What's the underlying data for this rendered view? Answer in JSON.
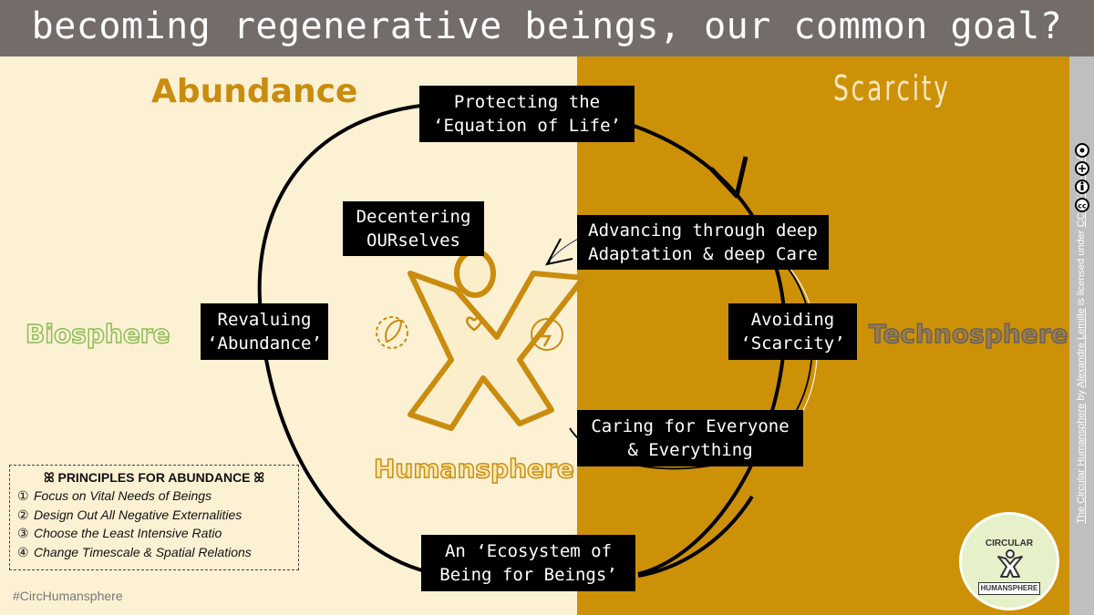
{
  "title": "becoming regenerative beings, our common goal?",
  "headings": {
    "abundance": "Abundance",
    "scarcity": "Scarcity",
    "biosphere": "Biosphere",
    "technosphere": "Technosphere",
    "humansphere": "Humansphere"
  },
  "boxes": {
    "protecting": "Protecting the\n‘Equation of Life’",
    "advancing": "Advancing through deep\nAdaptation & deep Care",
    "decentering": "Decentering\nOURselves",
    "revaluing": "Revaluing\n‘Abundance’",
    "avoiding": "Avoiding\n‘Scarcity’",
    "caring": "Caring for Everyone\n& Everything",
    "ecosystem": "An ‘Ecosystem of\nBeing for Beings’"
  },
  "principles": {
    "title": "ꕤ PRINCIPLES FOR ABUNDANCE ꕤ",
    "items": [
      {
        "num": "①",
        "text": "Focus on Vital Needs of Beings"
      },
      {
        "num": "②",
        "text": "Design Out All Negative Externalities"
      },
      {
        "num": "③",
        "text": "Choose the Least Intensive Ratio"
      },
      {
        "num": "④",
        "text": "Change Timescale & Spatial Relations"
      }
    ]
  },
  "hashtag": "#CircHumansphere",
  "license": {
    "work": "The Circular Humansphere",
    "by": "by",
    "author": "Alexandre Lemille",
    "mid": "is licensed under",
    "license": "CC BY-NC-SA 4.0"
  },
  "logo": {
    "top": "CIRCULAR",
    "bottom": "HUMANSPHERE"
  },
  "colors": {
    "header": "#736c69",
    "abundance_bg": "#fdf1d4",
    "scarcity_bg": "#cd9108",
    "accent_gold": "#c98c0e",
    "biosphere_green": "#8bbd55"
  }
}
